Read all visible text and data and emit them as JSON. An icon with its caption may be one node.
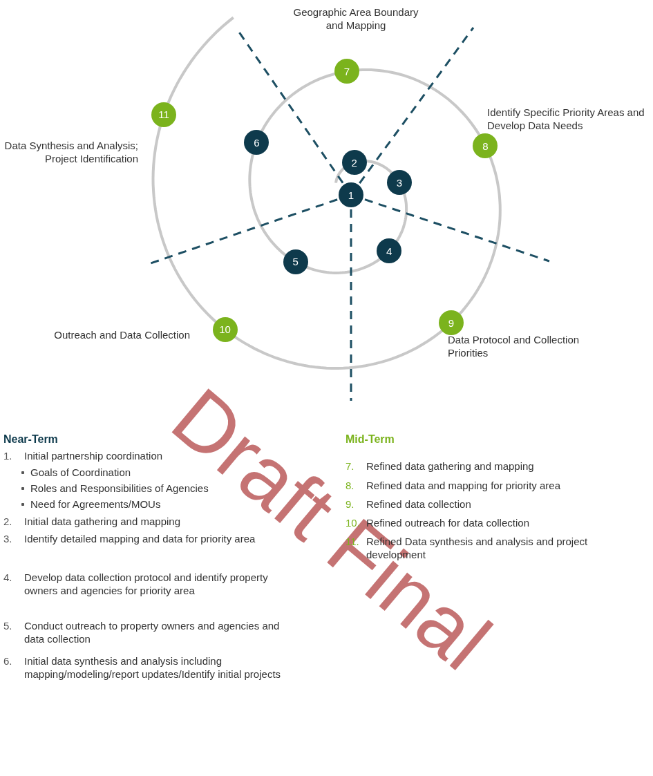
{
  "diagram": {
    "nodes": [
      {
        "text": [
          "1"
        ]
      },
      {
        "text": [
          "2"
        ]
      },
      {
        "text": [
          "3"
        ]
      },
      {
        "text": [
          "4"
        ]
      },
      {
        "text": [
          "5"
        ]
      },
      {
        "text": [
          "6"
        ]
      },
      {
        "text": [
          "7"
        ],
        "beside": [
          "Geographic Area Boundary and Mapping"
        ]
      },
      {
        "text": [
          "8"
        ],
        "beside": [
          "Identify Specific Priority Areas and Develop Data Needs"
        ]
      },
      {
        "text": [
          "9"
        ],
        "beside": [
          "Data Protocol and Collection Priorities"
        ]
      },
      {
        "text": [
          "10"
        ],
        "beside": [
          "Outreach and Data Collection"
        ]
      },
      {
        "text": [
          "11"
        ],
        "beside": [
          "Data Synthesis and Analysis; Project Identification"
        ]
      }
    ],
    "labels": [
      "Near-Term",
      "1. Initial partnership coordination",
      "Goals of Coordination",
      "Roles and Responsibilities of Agencies",
      "Need for Agreements/MOUs",
      "2. Initial data gathering and mapping",
      "3. Identify detailed mapping and data for priority area",
      "4. Develop data collection protocol and identify property owners and agencies for priority area",
      "5. Conduct outreach to property owners and agencies and data collection",
      "6. Initial data synthesis and analysis including mapping/modeling/report updates/Identify initial projects",
      "Mid-Term",
      "7. Refined data gathering and mapping",
      "8. Refined data and mapping for priority area",
      "9. Refined data collection",
      "10. Refined outreach for data collection",
      "11. Refined Data synthesis and analysis and project development",
      "Draft Final"
    ]
  }
}
